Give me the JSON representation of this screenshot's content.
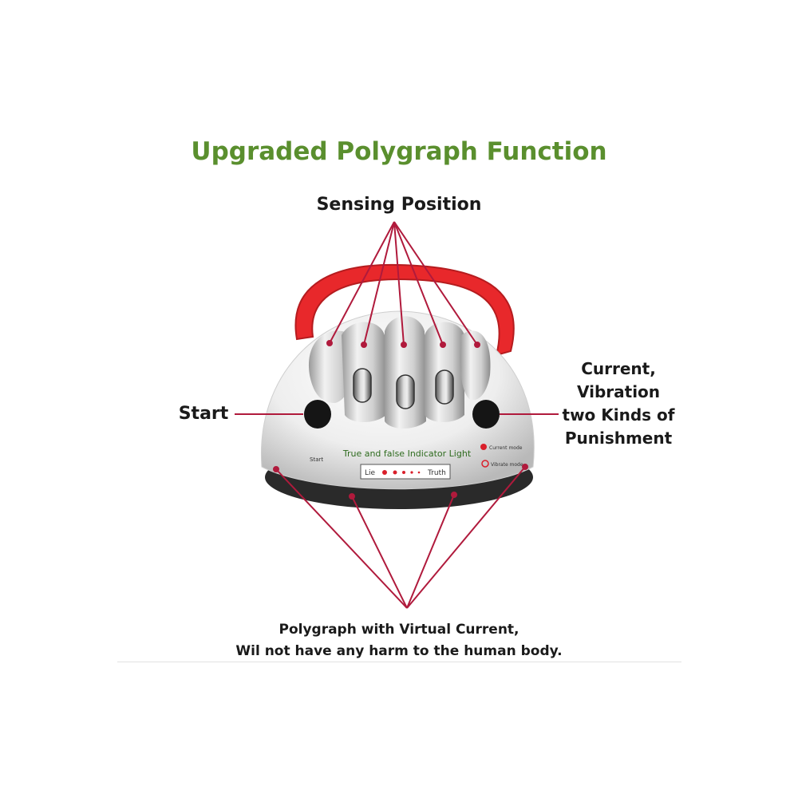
{
  "title": "Upgraded Polygraph Function",
  "labels": {
    "sensing_position": "Sensing Position",
    "start": "Start",
    "punishment_line1": "Current,",
    "punishment_line2": "Vibration",
    "punishment_line3": "two Kinds of",
    "punishment_line4": "Punishment",
    "bottom_line1": "Polygraph with Virtual Current,",
    "bottom_line2": "Wil not have any harm to the human body."
  },
  "device": {
    "indicator_title": "True and false Indicator Light",
    "lie": "Lie",
    "truth": "Truth",
    "start_small": "Start",
    "current_mode": "Current mode",
    "vibrate_mode": "Vibrate mode"
  },
  "colors": {
    "title_green": "#5a8f2e",
    "pointer_red": "#b01a3c",
    "strap_red": "#e8282b"
  }
}
